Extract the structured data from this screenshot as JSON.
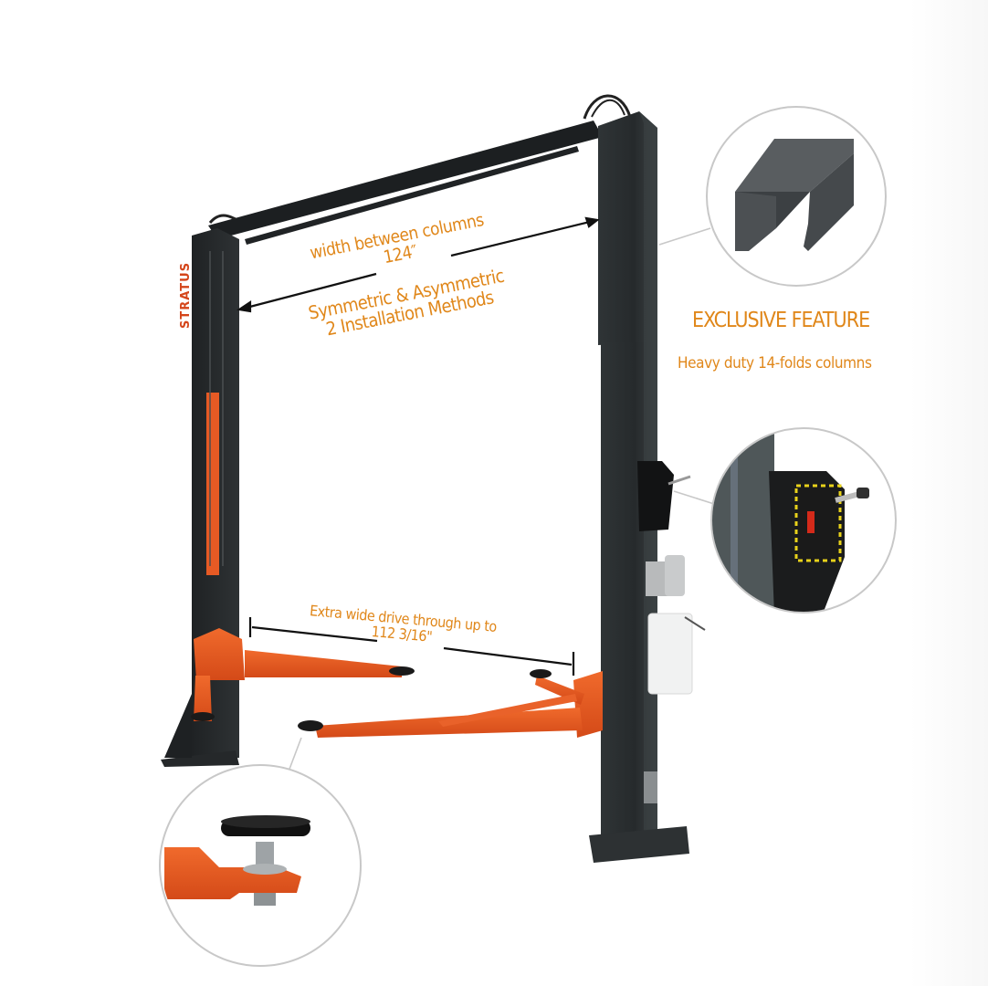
{
  "product": {
    "brand": "STRATUS",
    "type": "two-post-car-lift-product-image"
  },
  "annotations": {
    "width_between_columns": {
      "line1": "width between columns",
      "line2": "124″"
    },
    "installation": {
      "line1": "Symmetric & Asymmetric",
      "line2": "2 Installation Methods"
    },
    "drive_through": {
      "line1": "Extra wide drive through up to",
      "line2": "112 3/16\""
    }
  },
  "feature": {
    "title": "EXCLUSIVE FEATURE",
    "subtitle": "Heavy duty 14-folds columns"
  },
  "callouts": [
    {
      "name": "column-profile",
      "description": "14-fold column cross-section"
    },
    {
      "name": "control-lock",
      "description": "lock release control box"
    },
    {
      "name": "lift-pad",
      "description": "adjustable rubber lift pad"
    }
  ],
  "colors": {
    "accent_text": "#e0871a",
    "lift_orange": "#e65a24",
    "column_dark": "#2a2e30",
    "callout_ring": "#c8c8c8"
  }
}
